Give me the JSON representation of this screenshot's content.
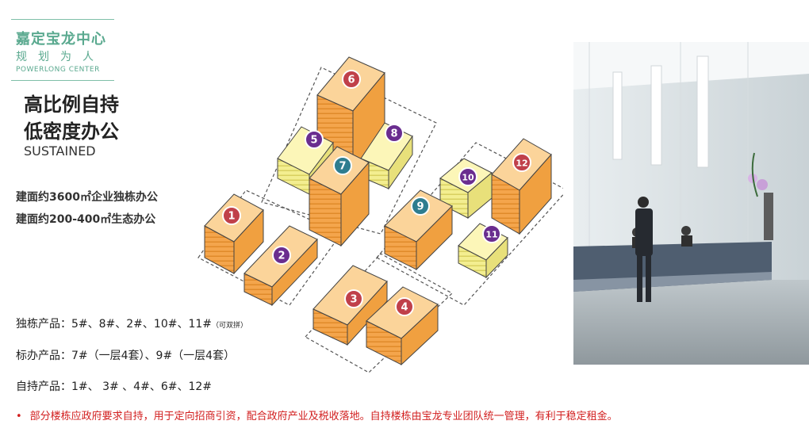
{
  "logo": {
    "name_cn": "嘉定宝龙中心",
    "slogan": "规划为人",
    "name_en": "POWERLONG CENTER"
  },
  "heading": {
    "line1": "高比例自持",
    "line2": "低密度办公",
    "english": "SUSTAINED"
  },
  "areas": [
    "建面约3600㎡企业独栋办公",
    "建面约200-400㎡生态办公"
  ],
  "products": [
    {
      "text": "独栋产品：5#、8#、2#、10#、11#",
      "note": "（可双拼）"
    },
    {
      "text": "标办产品：7#（一层4套）、9#（一层4套）",
      "note": ""
    },
    {
      "text": "自持产品：1#、 3# 、4#、6#、12#",
      "note": ""
    }
  ],
  "footnote": {
    "bullet": "•",
    "text": "部分楼栋应政府要求自持，用于定向招商引资，配合政府产业及税收落地。自持楼栋由宝龙专业团队统一管理，有利于稳定租金。"
  },
  "buildings": [
    {
      "id": "1",
      "type": "orange",
      "badge": "#c0404a"
    },
    {
      "id": "2",
      "type": "orange",
      "badge": "#6a2d8f"
    },
    {
      "id": "3",
      "type": "orange",
      "badge": "#c0404a"
    },
    {
      "id": "4",
      "type": "orange",
      "badge": "#c0404a"
    },
    {
      "id": "5",
      "type": "yellow",
      "badge": "#6a2d8f"
    },
    {
      "id": "6",
      "type": "orange",
      "badge": "#c0404a"
    },
    {
      "id": "7",
      "type": "orange",
      "badge": "#2e7d8f"
    },
    {
      "id": "8",
      "type": "yellow",
      "badge": "#6a2d8f"
    },
    {
      "id": "9",
      "type": "orange",
      "badge": "#2e7d8f"
    },
    {
      "id": "10",
      "type": "yellow",
      "badge": "#6a2d8f"
    },
    {
      "id": "11",
      "type": "yellow",
      "badge": "#6a2d8f"
    },
    {
      "id": "12",
      "type": "orange",
      "badge": "#c0404a"
    }
  ],
  "colors": {
    "brand": "#5aa98f",
    "footnote": "#d21f1f",
    "orange_facade": "#f2a24a",
    "yellow_facade": "#f2ec8a"
  }
}
